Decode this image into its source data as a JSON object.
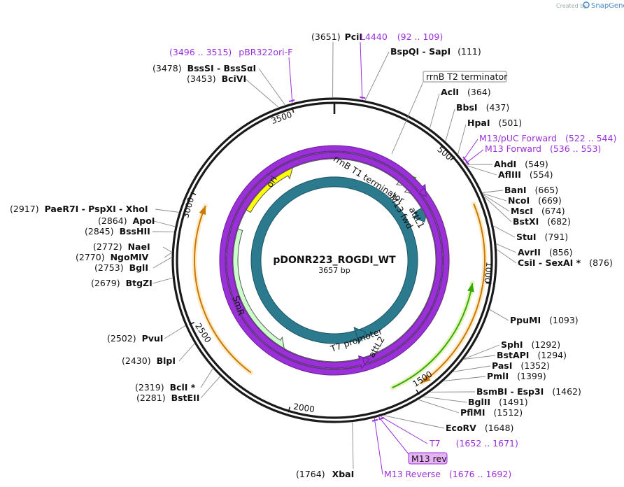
{
  "brand": {
    "created_by": "Created by",
    "name": "SnapGene"
  },
  "plasmid": {
    "name": "pDONR223_ROGDI_WT",
    "size": "3657 bp",
    "length": 3657
  },
  "tick_labels": [
    "500",
    "1000",
    "1500",
    "2000",
    "2500",
    "3000",
    "3500"
  ],
  "sites": [
    {
      "name": "PciI",
      "pos": "(3651)"
    },
    {
      "name": "BspQI  -  SapI",
      "pos": "(111)"
    },
    {
      "name": "AclI",
      "pos": "(364)"
    },
    {
      "name": "BbsI",
      "pos": "(437)"
    },
    {
      "name": "HpaI",
      "pos": "(501)"
    },
    {
      "name": "AhdI",
      "pos": "(549)"
    },
    {
      "name": "AflIII",
      "pos": "(554)"
    },
    {
      "name": "BanI",
      "pos": "(665)"
    },
    {
      "name": "NcoI",
      "pos": "(669)"
    },
    {
      "name": "MscI",
      "pos": "(674)"
    },
    {
      "name": "BstXI",
      "pos": "(682)"
    },
    {
      "name": "StuI",
      "pos": "(791)"
    },
    {
      "name": "AvrII",
      "pos": "(856)"
    },
    {
      "name": "CsiI  -  SexAI *",
      "pos": "(876)"
    },
    {
      "name": "PpuMI",
      "pos": "(1093)"
    },
    {
      "name": "SphI",
      "pos": "(1292)"
    },
    {
      "name": "BstAPI",
      "pos": "(1294)"
    },
    {
      "name": "PasI",
      "pos": "(1352)"
    },
    {
      "name": "PmlI",
      "pos": "(1399)"
    },
    {
      "name": "BsmBI  -  Esp3I",
      "pos": "(1462)"
    },
    {
      "name": "BglII",
      "pos": "(1491)"
    },
    {
      "name": "PflMI",
      "pos": "(1512)"
    },
    {
      "name": "EcoRV",
      "pos": "(1648)"
    },
    {
      "name": "XbaI",
      "pos": "(1764)"
    },
    {
      "name": "BstEII",
      "pos": "(2281)"
    },
    {
      "name": "BclI *",
      "pos": "(2319)"
    },
    {
      "name": "BlpI",
      "pos": "(2430)"
    },
    {
      "name": "PvuI",
      "pos": "(2502)"
    },
    {
      "name": "BtgZI",
      "pos": "(2679)"
    },
    {
      "name": "BglI",
      "pos": "(2753)"
    },
    {
      "name": "NgoMIV",
      "pos": "(2770)"
    },
    {
      "name": "NaeI",
      "pos": "(2772)"
    },
    {
      "name": "BssHII",
      "pos": "(2845)"
    },
    {
      "name": "ApoI",
      "pos": "(2864)"
    },
    {
      "name": "PaeR7I  -  PspXI  -  XhoI",
      "pos": "(2917)"
    },
    {
      "name": "BciVI",
      "pos": "(3453)"
    },
    {
      "name": "BssSI  -  BssSαI",
      "pos": "(3478)"
    }
  ],
  "primers": [
    {
      "name": "L4440",
      "range": "(92 .. 109)"
    },
    {
      "name": "M13/pUC Forward",
      "range": "(522 .. 544)"
    },
    {
      "name": "M13 Forward",
      "range": "(536 .. 553)"
    },
    {
      "name": "T7",
      "range": "(1652 .. 1671)"
    },
    {
      "name": "M13 Reverse",
      "range": "(1676 .. 1692)"
    },
    {
      "name": "pBR322ori-F",
      "range": "(3496 .. 3515)"
    }
  ],
  "boxed_labels": {
    "rrnb_t2": "rrnB T2 terminator",
    "m13_rev": "M13 rev"
  },
  "features": {
    "ori": "ori",
    "smr": "SmR",
    "rrnb_t1": "rrnB T1 terminator",
    "m13_fwd": "M13 fwd",
    "attl1": "attL1",
    "t7_promoter": "T7 promoter",
    "attl2": "attL2"
  },
  "colors": {
    "ori": "#ffff00",
    "smr": "#ccffcc",
    "green_orf": "#33aa00",
    "orange_orf": "#cc7700",
    "att": "#2b7a8e",
    "primer": "#9b30d9",
    "backbone": "#1a1a1a"
  }
}
